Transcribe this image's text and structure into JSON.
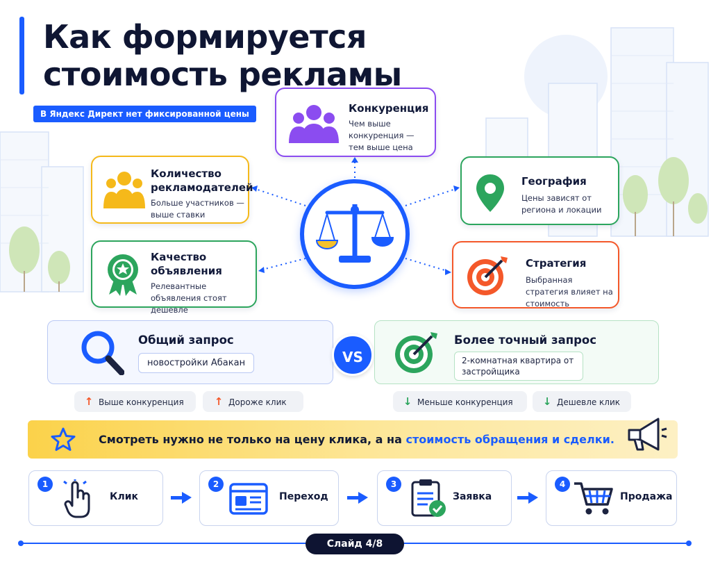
{
  "header": {
    "title": "Как формируется стоимость рекламы",
    "subtitle": "В Яндекс Директ нет фиксированной цены"
  },
  "factors": {
    "competition": {
      "title": "Конкуренция",
      "desc": "Чем выше конкуренция — тем выше цена",
      "icon": "people-group-icon",
      "color": "#8b4cf0"
    },
    "advertisers": {
      "title": "Количество рекламодателей",
      "desc": "Больше участников — выше ставки",
      "icon": "people-group-icon",
      "color": "#f5b91a"
    },
    "geography": {
      "title": "География",
      "desc": "Цены зависят от региона и локации",
      "icon": "location-pin-icon",
      "color": "#2ca55d"
    },
    "quality": {
      "title": "Качество объявления",
      "desc": "Релевантные объявления стоят дешевле",
      "icon": "award-badge-icon",
      "color": "#2ca55d"
    },
    "strategy": {
      "title": "Стратегия",
      "desc": "Выбранная стратегия влияет на стоимость",
      "icon": "target-icon",
      "color": "#f4582a"
    }
  },
  "center": {
    "icon": "scales-icon"
  },
  "comparison": {
    "general": {
      "title": "Общий запрос",
      "query": "новостройки Абакан",
      "pills": [
        "Выше конкуренция",
        "Дороже клик"
      ]
    },
    "vs": "VS",
    "precise": {
      "title": "Более точный запрос",
      "query": "2-комнатная квартира от застройщика",
      "pills": [
        "Меньше конкуренция",
        "Дешевле клик"
      ]
    }
  },
  "banner": {
    "text_prefix": "Смотреть нужно не только на цену клика, а на ",
    "text_highlight": "стоимость обращения и сделки."
  },
  "funnel": [
    {
      "num": "1",
      "label": "Клик",
      "icon": "click-hand-icon"
    },
    {
      "num": "2",
      "label": "Переход",
      "icon": "browser-window-icon"
    },
    {
      "num": "3",
      "label": "Заявка",
      "icon": "clipboard-check-icon"
    },
    {
      "num": "4",
      "label": "Продажа",
      "icon": "shopping-cart-icon"
    }
  ],
  "footer": {
    "slide": "Слайд 4/8"
  },
  "colors": {
    "accent": "#1a5cff",
    "dark": "#0e1432",
    "up": "#f4582a",
    "down": "#2ca55d"
  }
}
